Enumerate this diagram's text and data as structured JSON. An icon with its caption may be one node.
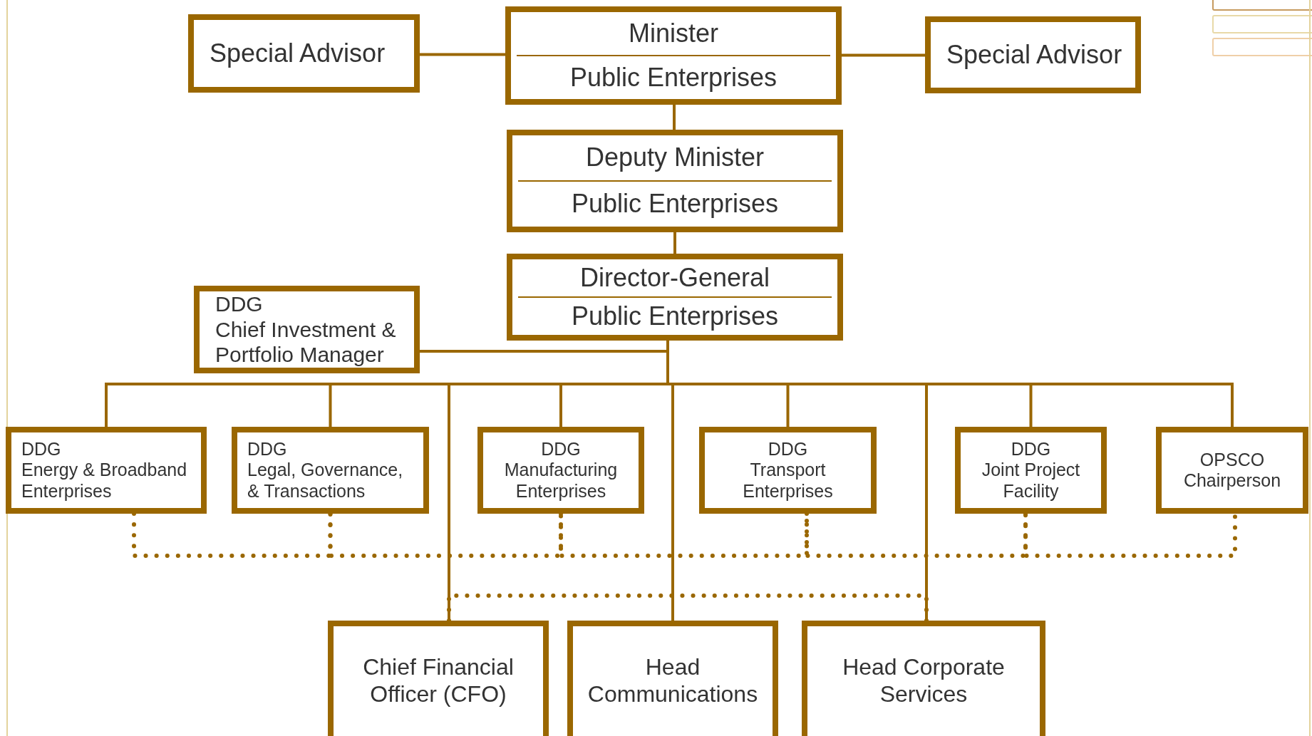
{
  "diagram": {
    "nodes": [
      {
        "text": [
          "Special Advisor"
        ]
      },
      {
        "text": [
          "Minister",
          "Public Enterprises"
        ]
      },
      {
        "text": [
          "Special Advisor"
        ]
      },
      {
        "text": [
          "Deputy Minister",
          "Public Enterprises"
        ]
      },
      {
        "text": [
          "Director-General",
          "Public Enterprises"
        ]
      },
      {
        "text": [
          "DDG",
          "Chief Investment & Portfolio Manager"
        ]
      },
      {
        "text": [
          "DDG",
          "Energy & Broadband Enterprises"
        ]
      },
      {
        "text": [
          "DDG",
          "Legal, Governance, &  Transactions"
        ]
      },
      {
        "text": [
          "DDG",
          "Manufacturing Enterprises"
        ]
      },
      {
        "text": [
          "DDG",
          "Transport Enterprises"
        ]
      },
      {
        "text": [
          "DDG",
          "Joint Project Facility"
        ]
      },
      {
        "text": [
          "OPSCO Chairperson"
        ]
      },
      {
        "text": [
          "Chief Financial Officer (CFO)"
        ]
      },
      {
        "text": [
          "Head Communications"
        ]
      },
      {
        "text": [
          "Head Corporate Services"
        ]
      }
    ],
    "edges": [
      {
        "from": 0,
        "to": 1,
        "arrow": "none"
      },
      {
        "from": 1,
        "to": 2,
        "arrow": "none"
      },
      {
        "from": 1,
        "to": 3,
        "arrow": "none"
      },
      {
        "from": 3,
        "to": 4,
        "arrow": "none"
      },
      {
        "from": 4,
        "to": 5,
        "arrow": "none"
      },
      {
        "from": 4,
        "to": 6,
        "arrow": "none"
      },
      {
        "from": 4,
        "to": 7,
        "arrow": "none"
      },
      {
        "from": 4,
        "to": 8,
        "arrow": "none"
      },
      {
        "from": 4,
        "to": 9,
        "arrow": "none"
      },
      {
        "from": 4,
        "to": 10,
        "arrow": "none"
      },
      {
        "from": 4,
        "to": 11,
        "arrow": "none"
      },
      {
        "from": 4,
        "to": 12,
        "arrow": "none"
      },
      {
        "from": 4,
        "to": 13,
        "arrow": "none"
      },
      {
        "from": 4,
        "to": 14,
        "arrow": "none"
      },
      {
        "from": 6,
        "to": 7,
        "arrow": "none",
        "style": "dashed"
      },
      {
        "from": 7,
        "to": 8,
        "arrow": "none",
        "style": "dashed"
      },
      {
        "from": 8,
        "to": 9,
        "arrow": "none",
        "style": "dashed"
      },
      {
        "from": 9,
        "to": 10,
        "arrow": "none",
        "style": "dashed"
      },
      {
        "from": 10,
        "to": 11,
        "arrow": "none",
        "style": "dashed"
      },
      {
        "from": 12,
        "to": 14,
        "arrow": "none",
        "style": "dashed"
      }
    ]
  }
}
